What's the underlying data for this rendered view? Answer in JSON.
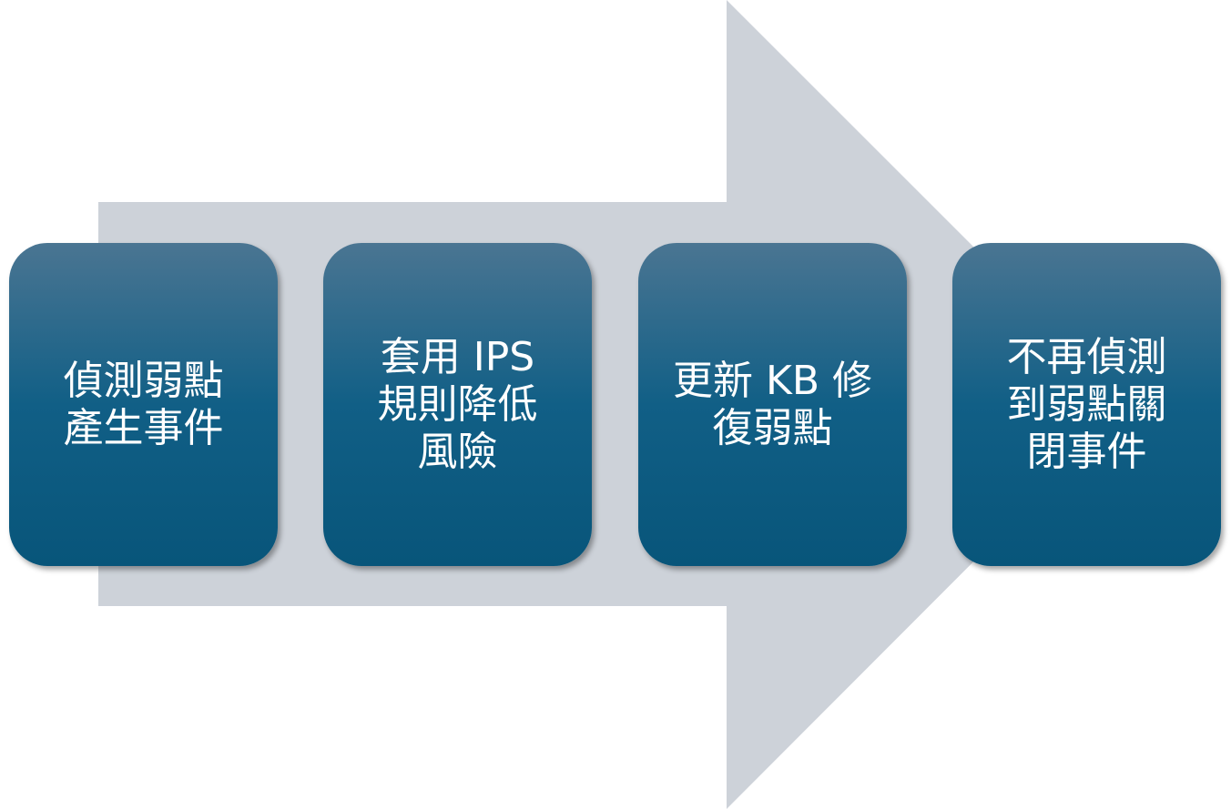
{
  "colors": {
    "arrow": "#cdd2d9",
    "box_top": "#4a7592",
    "box_bottom": "#08557a",
    "text": "#ffffff"
  },
  "steps": [
    {
      "lines": [
        "偵測弱點",
        "產生事件"
      ]
    },
    {
      "lines": [
        "套用 IPS",
        "規則降低",
        "風險"
      ]
    },
    {
      "lines": [
        "更新 KB 修",
        "復弱點"
      ]
    },
    {
      "lines": [
        "不再偵測",
        "到弱點關",
        "閉事件"
      ]
    }
  ]
}
